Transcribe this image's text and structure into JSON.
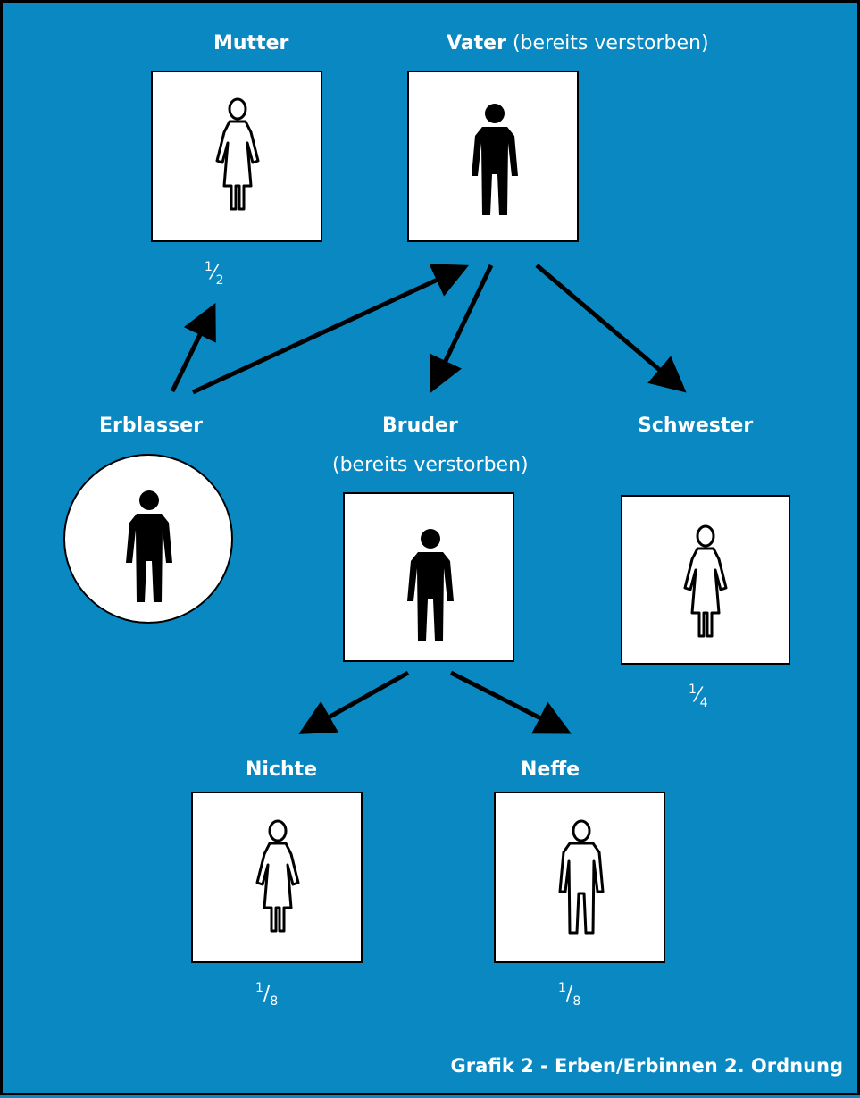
{
  "nodes": {
    "mutter": {
      "name": "Mutter",
      "share_num": "1",
      "share_den": "2"
    },
    "vater": {
      "name": "Vater",
      "note": " (bereits verstorben)"
    },
    "erblasser": {
      "name": "Erblasser"
    },
    "bruder": {
      "name": "Bruder",
      "note": "(bereits verstorben)"
    },
    "schwester": {
      "name": "Schwester",
      "share_num": "1",
      "share_den": "4"
    },
    "nichte": {
      "name": "Nichte",
      "share_num": "1",
      "share_den": "8"
    },
    "neffe": {
      "name": "Neffe",
      "share_num": "1",
      "share_den": "8"
    }
  },
  "icons": {
    "female_outline": "female-person-outline-icon",
    "male_filled": "male-person-filled-icon",
    "male_outline": "male-person-outline-icon"
  },
  "colors": {
    "background": "#0a88c2",
    "box": "#ffffff",
    "stroke": "#000000"
  },
  "caption": "Grafik 2 - Erben/Erbinnen 2. Ordnung"
}
